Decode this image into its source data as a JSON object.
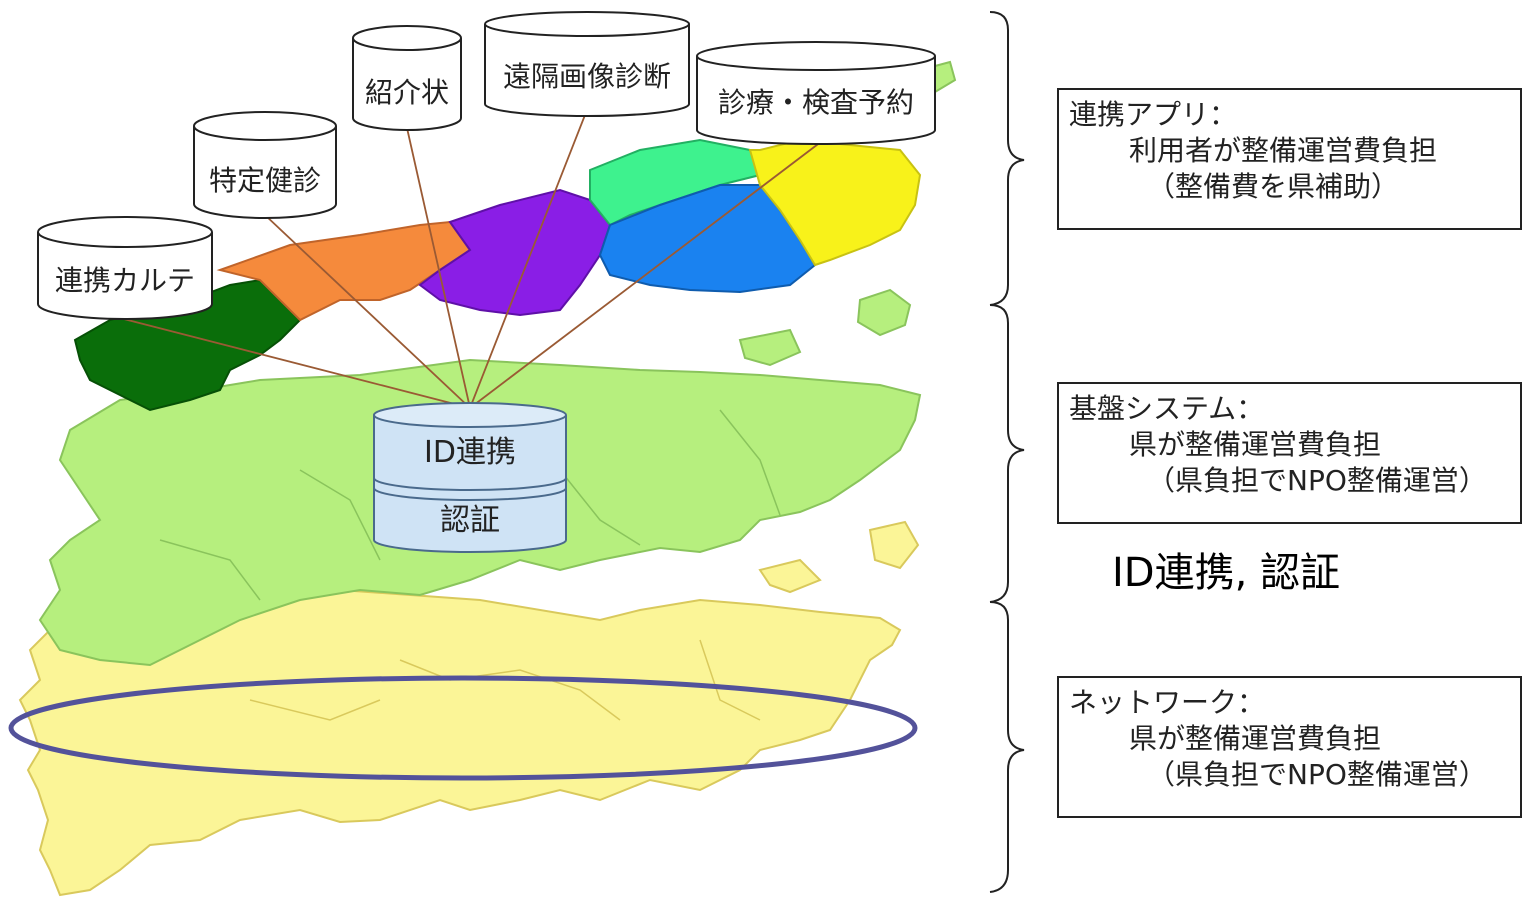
{
  "layers": {
    "apps": [
      {
        "id": "karte",
        "label": "連携カルテ"
      },
      {
        "id": "kenshin",
        "label": "特定健診"
      },
      {
        "id": "shokai",
        "label": "紹介状"
      },
      {
        "id": "enkaku",
        "label": "遠隔画像診断"
      },
      {
        "id": "yoyaku",
        "label": "診療・検査予約"
      }
    ],
    "hub": {
      "top_label": "ID連携",
      "bottom_label": "認証"
    }
  },
  "panels": [
    {
      "title": "連携アプリ：",
      "line1": "利用者が整備運営費負担",
      "line2": "（整備費を県補助）"
    },
    {
      "title": "基盤システム：",
      "line1": "県が整備運営費負担",
      "line2": "（県負担でNPO整備運営）"
    },
    {
      "title": "ネットワーク：",
      "line1": "県が整備運営費負担",
      "line2": "（県負担でNPO整備運営）"
    }
  ],
  "caption": "ID連携, 認証",
  "colors": {
    "region_dark_green": "#0a6e0a",
    "region_orange": "#f58a3c",
    "region_purple": "#8a1ee6",
    "region_mint": "#3ef28e",
    "region_blue": "#1a82f0",
    "region_yellow": "#f8f21a",
    "layer_green": "#b6ef7e",
    "layer_yellow": "#fbf597",
    "hub_fill": "#cfe3f5",
    "connector": "#9a5a34",
    "network_ellipse": "#53529a"
  }
}
